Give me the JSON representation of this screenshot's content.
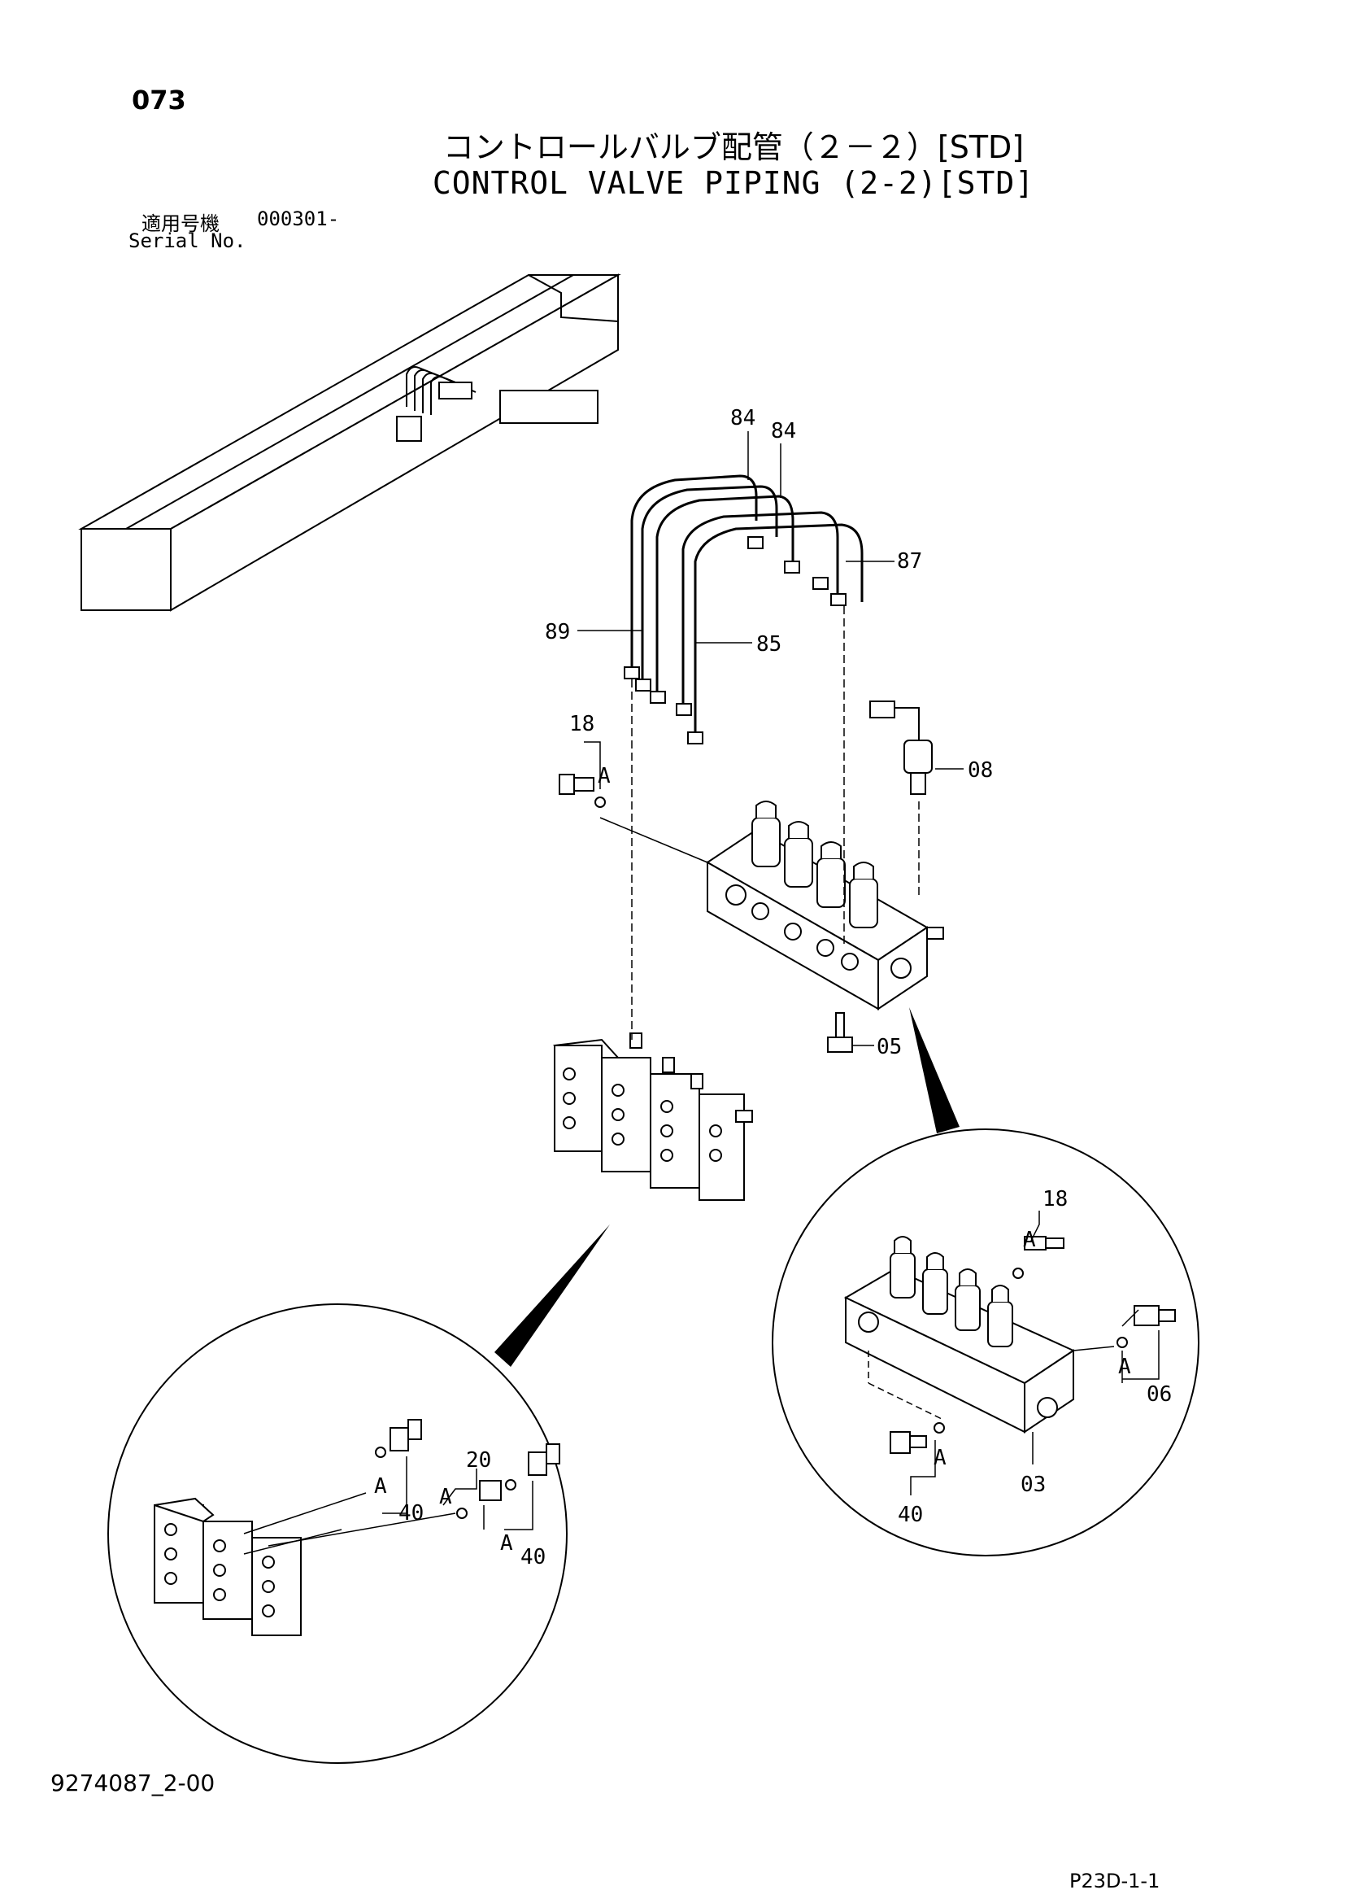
{
  "header": {
    "page_number": "073",
    "title_jp": "コントロールバルブ配管（２－２）[STD]",
    "title_en": "CONTROL VALVE PIPING (2-2)[STD]",
    "serial_label_jp": "適用号機",
    "serial_value": "000301-",
    "serial_label_en": "Serial No."
  },
  "callouts": {
    "p84a": "84",
    "p84b": "84",
    "p87": "87",
    "p89": "89",
    "p85": "85",
    "p18": "18",
    "pA1": "A",
    "p08": "08",
    "p05": "05",
    "d1_p18": "18",
    "d1_pA_top": "A",
    "d1_pA_right": "A",
    "d1_p06": "06",
    "d1_pA_bottom": "A",
    "d1_p03": "03",
    "d1_p40": "40",
    "d2_p20": "20",
    "d2_pA_left": "A",
    "d2_p40_left": "40",
    "d2_pA_mid": "A",
    "d2_pA_right": "A",
    "d2_p40_right": "40"
  },
  "footer": {
    "doc_id": "9274087_2-00",
    "page_ref": "P23D-1-1"
  }
}
